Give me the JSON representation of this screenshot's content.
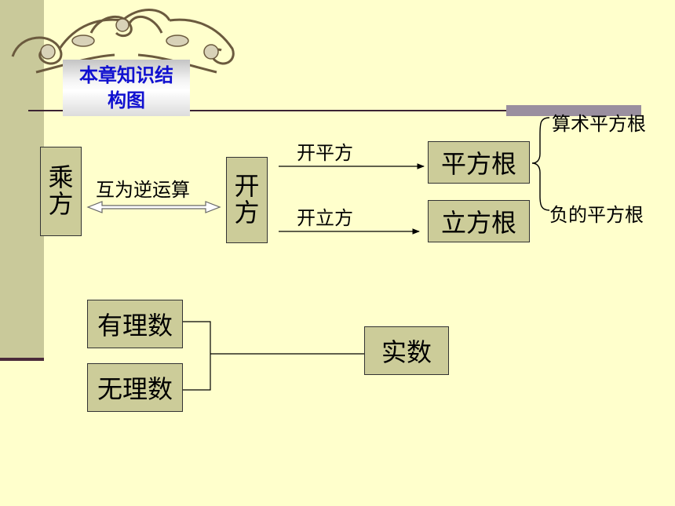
{
  "header": {
    "title_line1": "本章知识结",
    "title_line2": "构图"
  },
  "diagram": {
    "power": {
      "char1": "乘",
      "char2": "方"
    },
    "inverse_label": "互为逆运算",
    "root_op": {
      "char1": "开",
      "char2": "方"
    },
    "square_root_op": "开平方",
    "cube_root_op": "开立方",
    "square_root": "平方根",
    "cube_root": "立方根",
    "arithmetic_root": "算术平方根",
    "negative_root": "负的平方根",
    "rational": "有理数",
    "irrational": "无理数",
    "real": "实数"
  },
  "colors": {
    "background": "#ffffcc",
    "node_fill": "#cccc99",
    "side_band": "#c9c99a",
    "title_text": "#1010d0"
  }
}
